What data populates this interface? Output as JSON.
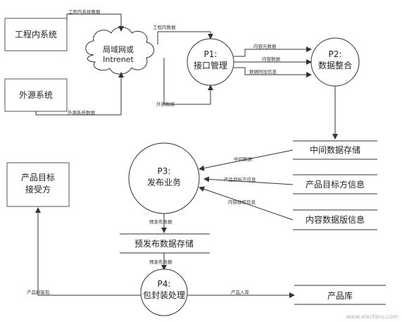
{
  "entities": {
    "internal_system": "工程内系统",
    "external_system": "外源系统",
    "product_receiver_line1": "产品目标",
    "product_receiver_line2": "接受方"
  },
  "network": {
    "line1": "局域网或",
    "line2": "Intrenet"
  },
  "processes": {
    "p1_id": "P1:",
    "p1_name": "接口管理",
    "p2_id": "P2:",
    "p2_name": "数据整合",
    "p3_id": "P3:",
    "p3_name": "发布业务",
    "p4_id": "P4:",
    "p4_name": "包封装处理"
  },
  "stores": {
    "intermediate": "中间数据存储",
    "product_target_info": "产品目标方信息",
    "content_license_info": "内容数据版信息",
    "prepublish": "预发布数据存储",
    "product_library": "产品库"
  },
  "flows": {
    "internal_to_net": "工程内系统数据",
    "external_to_net": "外源系统数据",
    "internal_data": "工程内数据",
    "external_data": "外源数据",
    "content_meta": "内容元数据",
    "content_data": "内容数据",
    "data_extra_info": "数据附加信息",
    "intermediate_data": "中间数据",
    "product_target_info": "产品目标方信息",
    "content_license_info": "内容数权信息",
    "prepublish_data_1": "预发布数据",
    "prepublish_data_2": "预发布数据",
    "product_package": "产品封装包",
    "product_store_in": "产品入库"
  },
  "watermark": "www.elecfans.com"
}
